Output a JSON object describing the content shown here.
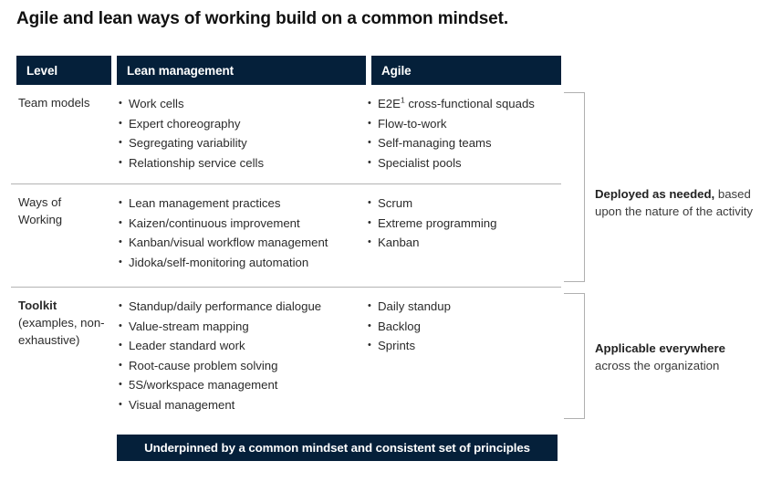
{
  "title": "Agile and lean ways of working build on a common mindset.",
  "colors": {
    "navy": "#05203A",
    "text": "#2b2b2b",
    "rule": "#b3b3b3",
    "bracket": "#b0b0b0",
    "background": "#ffffff"
  },
  "table": {
    "headers": [
      "Level",
      "Lean management",
      "Agile"
    ],
    "rows": [
      {
        "level_primary": "Team models",
        "level_secondary": "",
        "level_bold": false,
        "lean": [
          "Work cells",
          "Expert choreography",
          "Segregating variability",
          "Relationship service cells"
        ],
        "agile": [
          "E2E¹ cross-functional squads",
          "Flow-to-work",
          "Self-managing teams",
          "Specialist pools"
        ]
      },
      {
        "level_primary": "Ways of",
        "level_secondary": "Working",
        "level_bold": false,
        "lean": [
          "Lean management practices",
          "Kaizen/continuous improvement",
          "Kanban/visual workflow management",
          "Jidoka/self-monitoring automation"
        ],
        "agile": [
          "Scrum",
          "Extreme programming",
          "Kanban"
        ]
      },
      {
        "level_primary": "Toolkit",
        "level_secondary": "(examples, non-exhaustive)",
        "level_bold": true,
        "lean": [
          "Standup/daily performance dialogue",
          "Value-stream mapping",
          "Leader standard work",
          "Root-cause problem solving",
          "5S/workspace management",
          "Visual management"
        ],
        "agile": [
          "Daily standup",
          "Backlog",
          "Sprints"
        ]
      }
    ]
  },
  "annotations": [
    {
      "strong": "Deployed as needed,",
      "rest": "based upon the nature of the activity"
    },
    {
      "strong": "Applicable everywhere",
      "rest": "across the organization"
    }
  ],
  "banner": {
    "text": "Underpinned by a common mindset and consistent set of principles"
  }
}
